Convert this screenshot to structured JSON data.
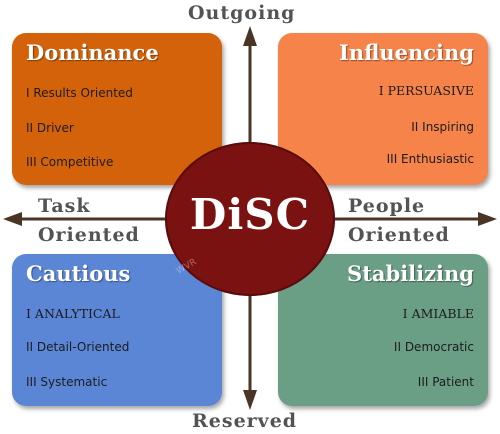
{
  "center": {
    "label": "DiSC",
    "watermark": "WVR"
  },
  "axes": {
    "top": "Outgoing",
    "bottom": "Reserved",
    "left_line1": "Task",
    "left_line2": "Oriented",
    "right_line1": "People",
    "right_line2": "Oriented"
  },
  "quadrants": {
    "dominance": {
      "title": "Dominance",
      "color": "#d4620a",
      "traits": [
        "I   Results Oriented",
        "II  Driver",
        "III  Competitive"
      ]
    },
    "influencing": {
      "title": "Influencing",
      "color": "#f5834a",
      "traits": [
        "I   PERSUASIVE",
        "II  Inspiring",
        "III  Enthusiastic"
      ]
    },
    "cautious": {
      "title": "Cautious",
      "color": "#5b86d6",
      "traits": [
        "I   ANALYTICAL",
        "II  Detail-Oriented",
        "III  Systematic"
      ]
    },
    "stabilizing": {
      "title": "Stabilizing",
      "color": "#6a9f85",
      "traits": [
        "I   AMIABLE",
        "II  Democratic",
        "III Patient"
      ]
    }
  },
  "colors": {
    "center": "#7a1212",
    "arrow": "#4a3426"
  }
}
